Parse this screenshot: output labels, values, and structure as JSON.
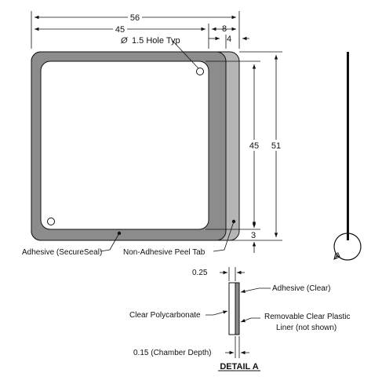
{
  "dimensions": {
    "overall_width": "56",
    "adhesive_width": "45",
    "tab_width": "8",
    "tab_inner": "4",
    "hole": "1.5 Hole Typ",
    "hole_symbol": "Ø",
    "inner_height": "45",
    "overall_height": "51",
    "bottom_margin": "3",
    "thickness_top": "0.25",
    "chamber_depth": "0.15 (Chamber Depth)"
  },
  "labels": {
    "adhesive": "Adhesive (SecureSeal)",
    "peel_tab": "Non-Adhesive Peel Tab",
    "adhesive_clear": "Adhesive (Clear)",
    "polycarbonate": "Clear Polycarbonate",
    "liner_line1": "Removable Clear Plastic",
    "liner_line2": "Liner (not shown)",
    "detail_marker": "A",
    "detail_title": "DETAIL A"
  },
  "colors": {
    "adhesive_gray": "#8c8c8c",
    "tab_gray": "#b5b5b5",
    "line": "#111111"
  }
}
